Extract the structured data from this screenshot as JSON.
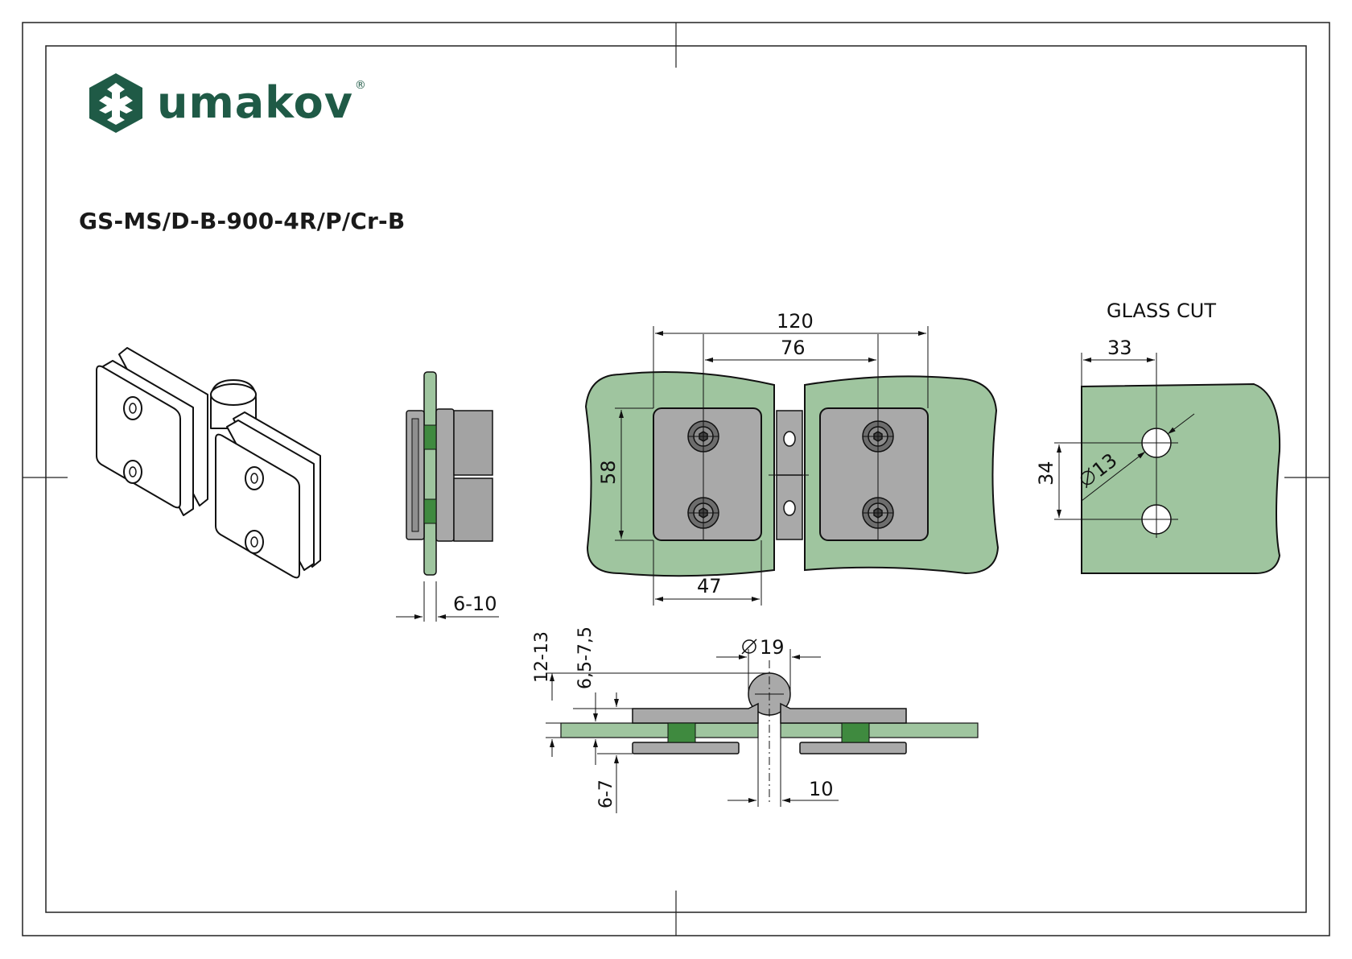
{
  "brand": {
    "name": "umakov",
    "mark": "®"
  },
  "product_code": "GS-MS/D-B-900-4R/P/Cr-B",
  "glass_cut": {
    "title": "GLASS CUT"
  },
  "dimensions": {
    "width_total": "120",
    "hole_spacing": "76",
    "plate_height": "58",
    "plate_width": "47",
    "side_glass": "6-10",
    "cut_offset": "33",
    "cut_hole_spacing": "34",
    "cut_hole_diameter": "13",
    "barrel_diameter": "19",
    "height_total": "12-13",
    "plate_offset": "6,5-7,5",
    "glass_range": "6-7",
    "gap": "10"
  },
  "colors": {
    "glass_fill": "#9fc59f",
    "glass_stroke": "#1a1a1a",
    "metal": "#a9a9a9",
    "brand": "#1f5a46"
  },
  "icons": [
    "umakov-logo-icon",
    "diameter-symbol-icon"
  ]
}
